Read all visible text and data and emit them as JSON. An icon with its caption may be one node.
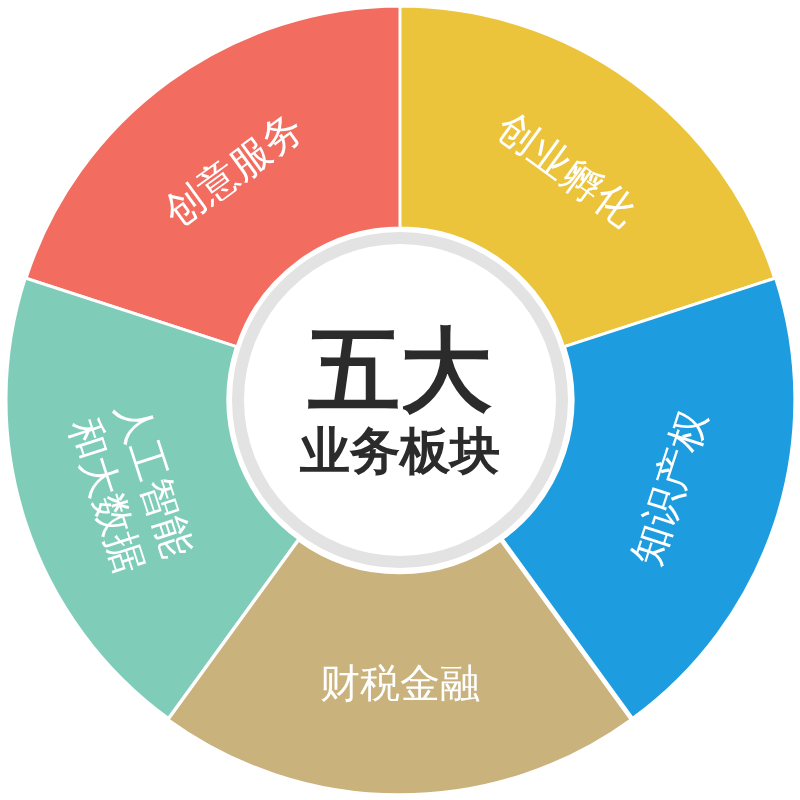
{
  "diagram": {
    "nodes": [
      {
        "text": [
          "创意服务"
        ]
      },
      {
        "text": [
          "创业孵化"
        ]
      },
      {
        "text": [
          "五大",
          "业务板块"
        ]
      },
      {
        "text": [
          "人工智能和大数据"
        ]
      },
      {
        "text": [
          "知识产权"
        ]
      },
      {
        "text": [
          "财税金融"
        ]
      }
    ]
  }
}
